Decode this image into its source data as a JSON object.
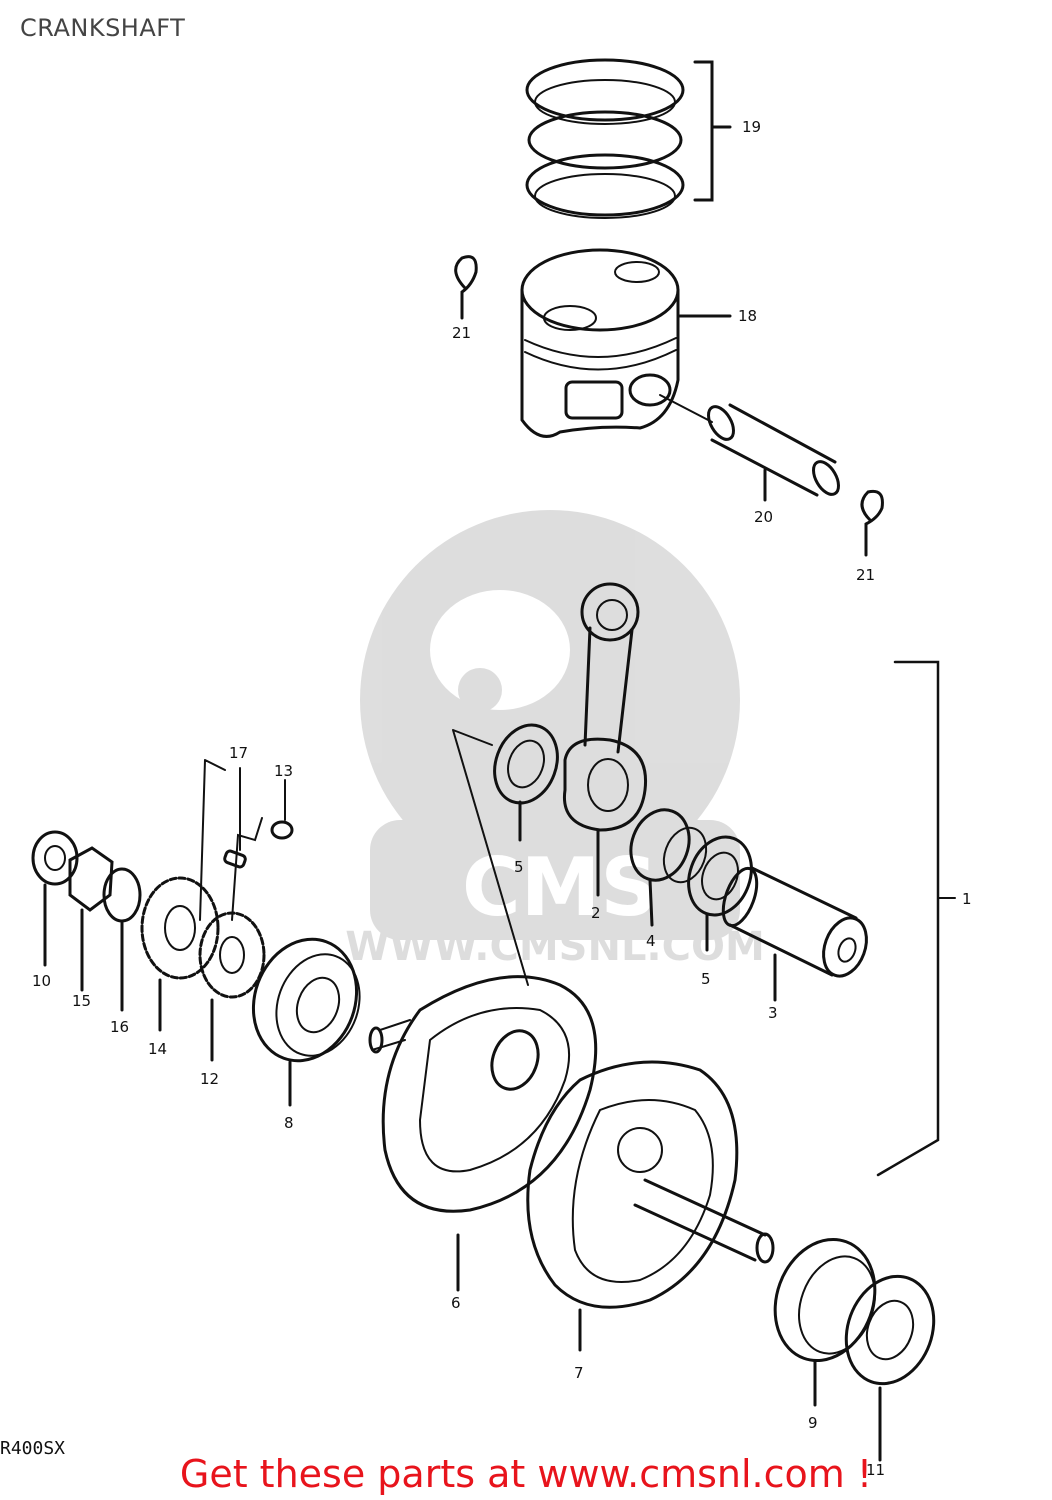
{
  "page": {
    "title": "CRANKSHAFT"
  },
  "diagram": {
    "model_code": "R400SX",
    "labels": [
      "19",
      "18",
      "21",
      "20",
      "21",
      "2",
      "4",
      "5",
      "5",
      "3",
      "1",
      "17",
      "13",
      "10",
      "15",
      "16",
      "14",
      "12",
      "8",
      "6",
      "7",
      "9",
      "11"
    ]
  },
  "watermark": {
    "text": "WWW.CMSNL.COM",
    "logo_text": "CMS"
  },
  "footer": {
    "cta": "Get these parts at www.cmsnl.com !"
  }
}
